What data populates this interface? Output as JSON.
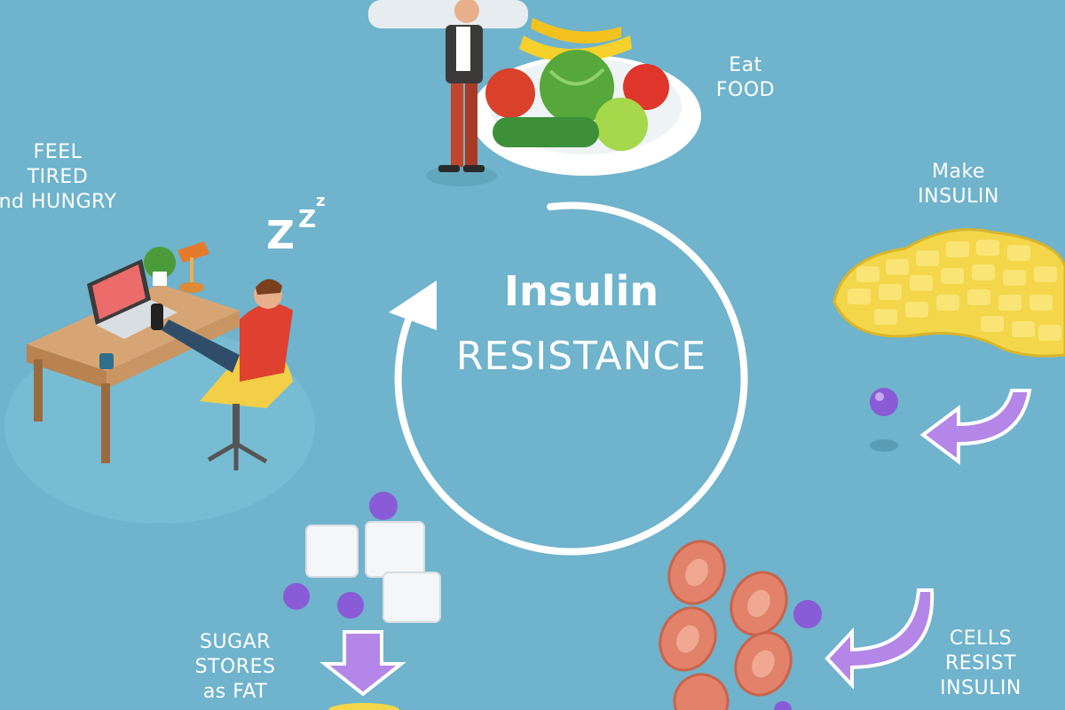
{
  "center": {
    "title": "Insulin",
    "subtitle": "RESISTANCE"
  },
  "steps": {
    "eat": {
      "line1": "Eat",
      "line2": "FOOD"
    },
    "make": {
      "line1": "Make",
      "line2": "INSULIN"
    },
    "cells": {
      "line1": "CELLS",
      "line2": "RESIST",
      "line3": "INSULIN"
    },
    "sugar": {
      "line1": "SUGAR",
      "line2": "STORES",
      "line3": "as FAT"
    },
    "tired": {
      "line1": "FEEL",
      "line2": "TIRED",
      "line3": "nd HUNGRY"
    }
  },
  "sleep": {
    "z1": "Z",
    "z2": "Z",
    "z3": "z"
  },
  "colors": {
    "background": "#6fb3cc",
    "pancreas": "#f3d64a",
    "insulin_molecule": "#8a5bd6",
    "arrow_purple": "#b486e8",
    "cell": "#e2826a",
    "sugar_cube": "#f4f6f8"
  }
}
